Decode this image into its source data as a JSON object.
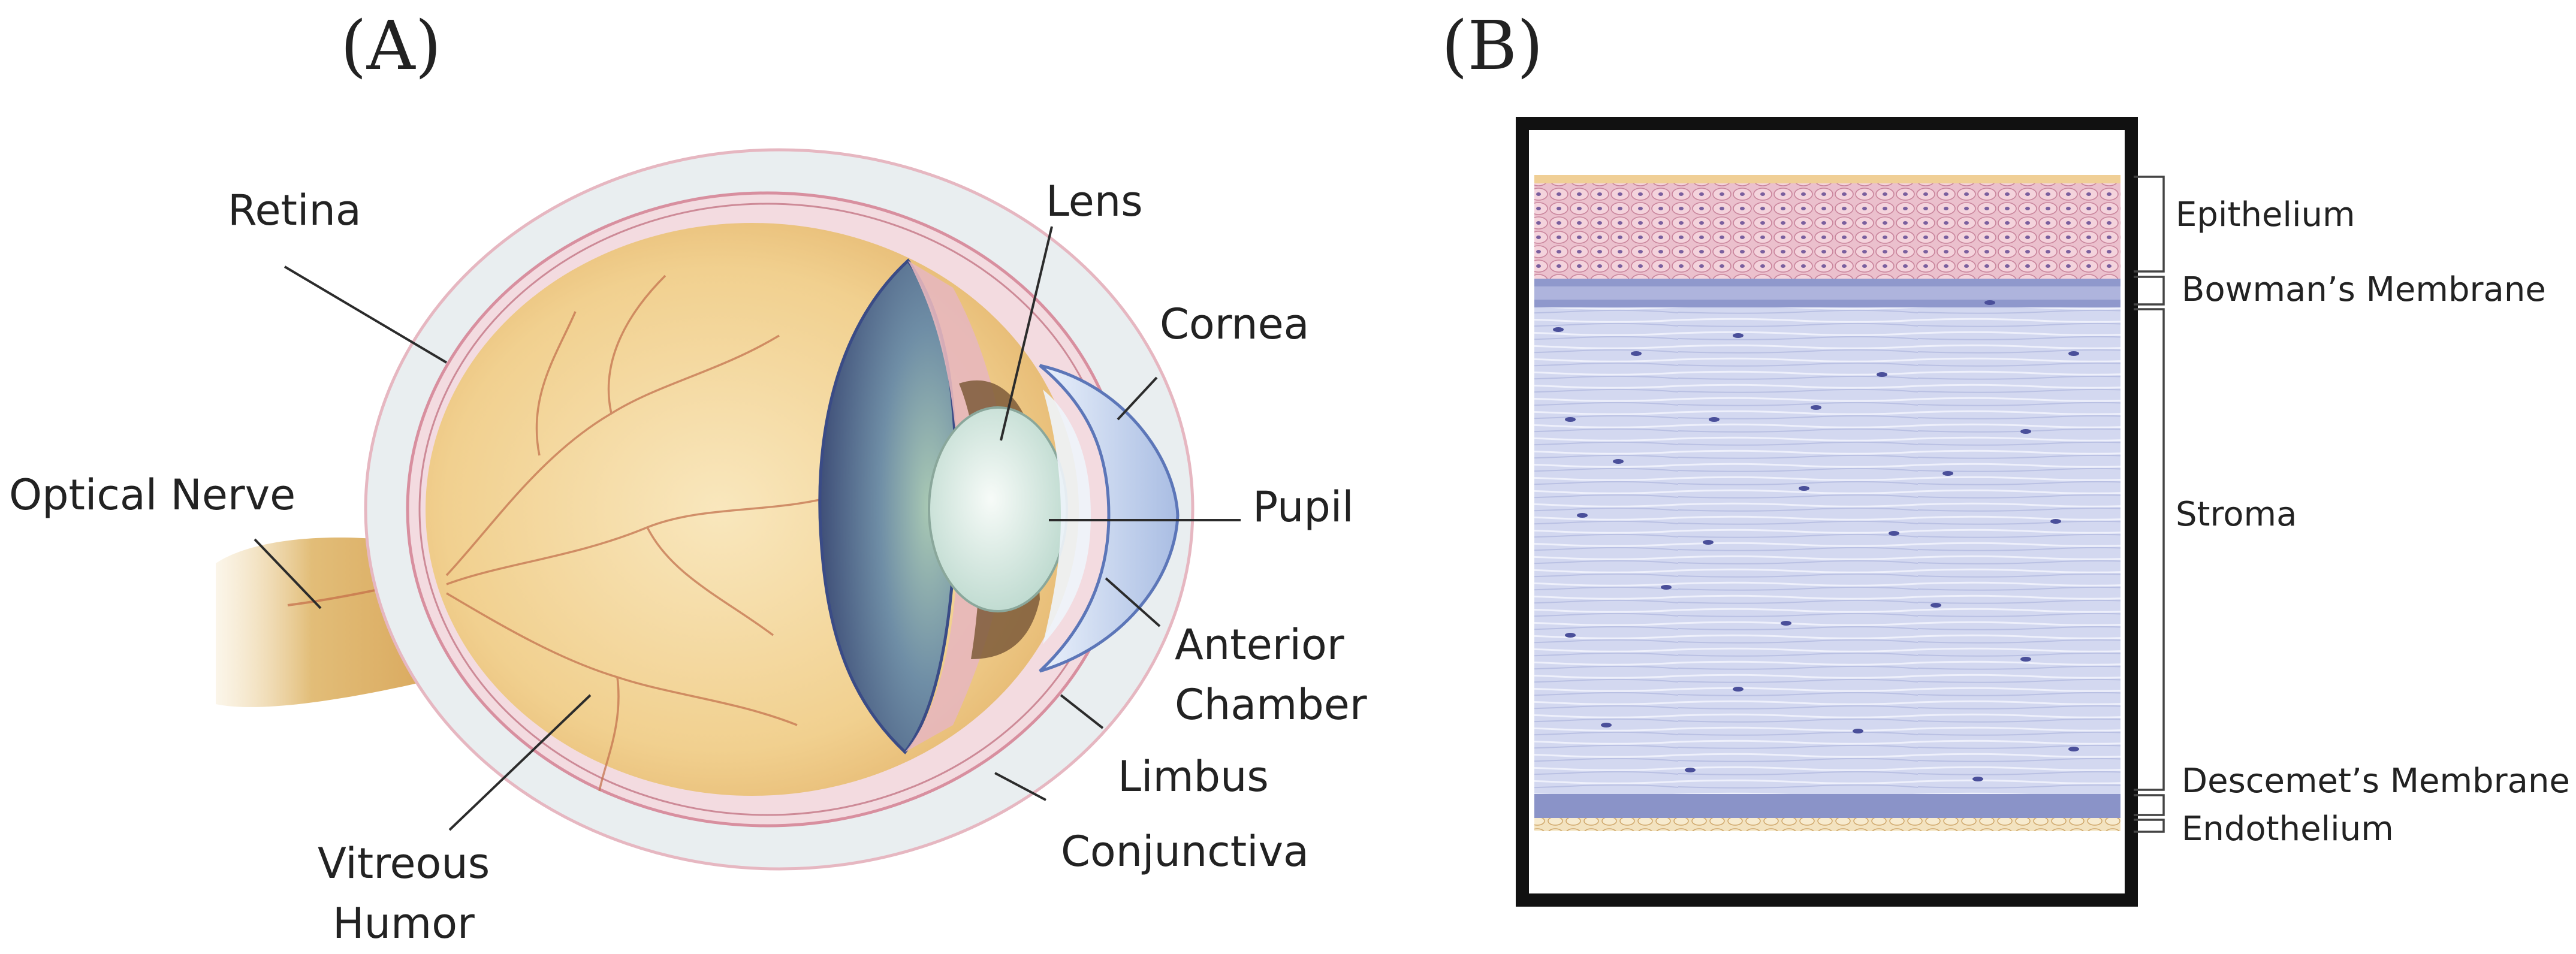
{
  "panel_a": {
    "title": "(A)",
    "labels": {
      "retina": "Retina",
      "lens": "Lens",
      "cornea": "Cornea",
      "optical_nerve": "Optical Nerve",
      "pupil": "Pupil",
      "anterior_chamber_line1": "Anterior",
      "anterior_chamber_line2": "Chamber",
      "limbus": "Limbus",
      "conjunctiva": "Conjunctiva",
      "vitreous_line1": "Vitreous",
      "vitreous_line2": "Humor"
    }
  },
  "panel_b": {
    "title": "(B)",
    "layers": {
      "epithelium": "Epithelium",
      "bowman": "Bowman’s Membrane",
      "stroma": "Stroma",
      "descemet": "Descemet’s Membrane",
      "endothelium": "Endothelium"
    }
  },
  "colors": {
    "vitreous": "#f3d9a0",
    "iris": "#5e7690",
    "lens": "#e4f1ec",
    "cornea": "#c9d7ef",
    "sclera": "#e9eef0",
    "stroma": "#cbd1ec",
    "epithelium": "#ecc3cf",
    "nuclei": "#4a4f9a"
  }
}
